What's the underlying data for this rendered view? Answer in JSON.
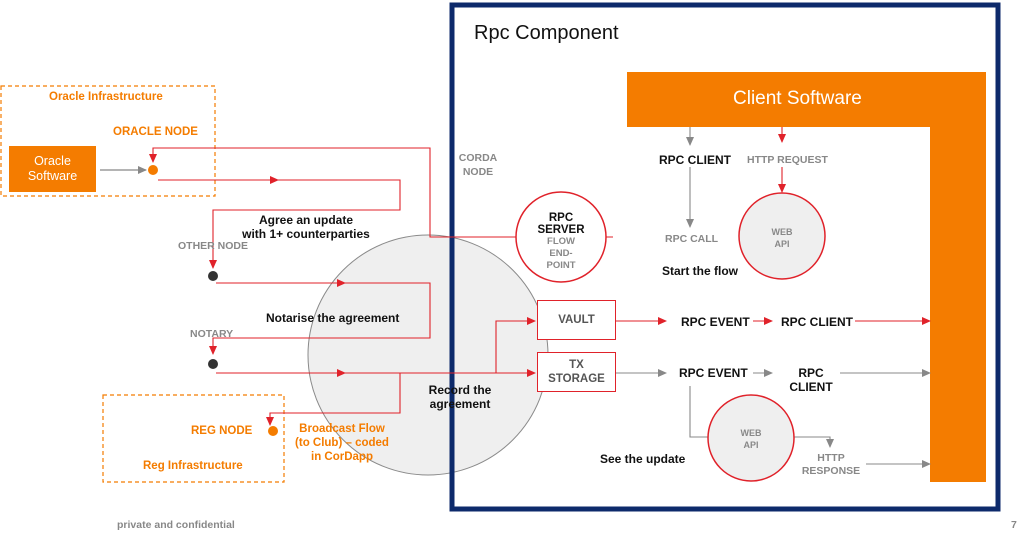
{
  "rpc_component_title": "Rpc Component",
  "client_software": "Client Software",
  "oracle_infra": {
    "title": "Oracle Infrastructure",
    "node_label": "ORACLE NODE",
    "software_line1": "Oracle",
    "software_line2": "Software"
  },
  "reg_infra": {
    "title": "Reg Infrastructure",
    "node_label": "REG NODE"
  },
  "corda_node": {
    "line1": "CORDA",
    "line2": "NODE"
  },
  "other_node": "OTHER NODE",
  "notary": "NOTARY",
  "agree_update": {
    "line1": "Agree an update",
    "line2": "with 1+ counterparties"
  },
  "notarise": "Notarise the agreement",
  "record": {
    "line1": "Record the",
    "line2": "agreement"
  },
  "broadcast": {
    "line1": "Broadcast Flow",
    "line2": "(to Club) – coded",
    "line3": "in CorDapp"
  },
  "rpc_server": {
    "line1": "RPC",
    "line2": "SERVER",
    "line3": "FLOW",
    "line4": "END-",
    "line5": "POINT"
  },
  "vault": "VAULT",
  "tx_storage": {
    "line1": "TX",
    "line2": "STORAGE"
  },
  "rpc_client_top": "RPC CLIENT",
  "http_request": "HTTP REQUEST",
  "rpc_call": "RPC CALL",
  "web_api_top": {
    "line1": "WEB",
    "line2": "API"
  },
  "start_flow": "Start the flow",
  "rpc_event_1": "RPC EVENT",
  "rpc_client_1": "RPC CLIENT",
  "rpc_event_2": "RPC EVENT",
  "rpc_client_2": {
    "line1": "RPC",
    "line2": "CLIENT"
  },
  "web_api_bottom": {
    "line1": "WEB",
    "line2": "API"
  },
  "http_response": {
    "line1": "HTTP",
    "line2": "RESPONSE"
  },
  "see_update": "See the update",
  "footer": "private and confidential",
  "page_number": "7",
  "colors": {
    "orange": "#f47c00",
    "red": "#e0222a",
    "navy": "#0d2a6b",
    "grey": "#888888"
  }
}
